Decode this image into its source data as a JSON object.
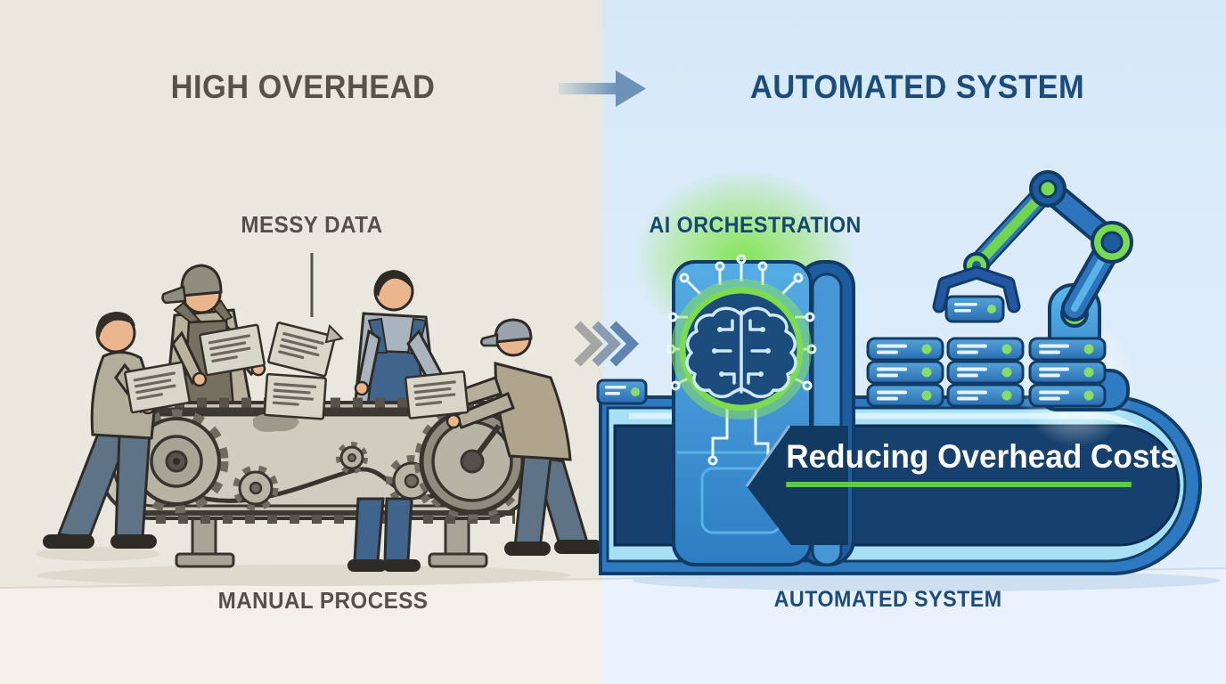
{
  "left_panel": {
    "header": "HIGH OVERHEAD",
    "callout": "MESSY DATA",
    "caption": "MANUAL PROCESS",
    "workers_count": "4",
    "colors": {
      "background": "#EAE7DE",
      "text": "#57534B",
      "machine_gray": "#B7B3A5"
    }
  },
  "right_panel": {
    "header": "AUTOMATED SYSTEM",
    "callout": "AI ORCHESTRATION",
    "banner_text": "Reducing Overhead Costs",
    "caption": "AUTOMATED SYSTEM",
    "colors": {
      "background": "#D7E8F8",
      "text": "#1B4C7C",
      "machine_blue": "#2E7CC2",
      "navy_band": "#16406D",
      "accent_green": "#7DDB52",
      "underline_green": "#5ECB44",
      "server_dot_green": "#86DF63"
    }
  },
  "icons": {
    "transition_arrow": "right-arrow",
    "fast_forward": "triple-chevron-right",
    "ai_brain": "circuit-brain",
    "robot_arm": "robotic-arm",
    "data_servers": "server-stack",
    "gears": "gear-train",
    "documents": "paper-sheets"
  }
}
